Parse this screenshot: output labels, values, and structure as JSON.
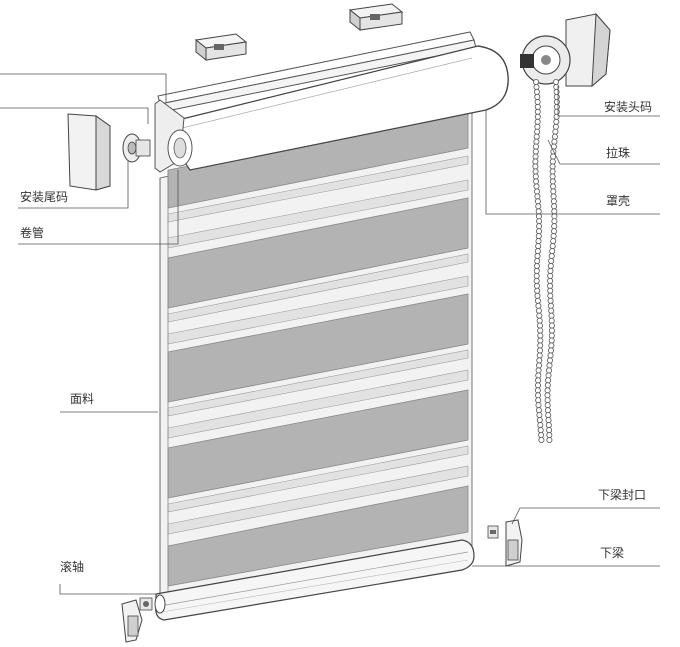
{
  "labels": {
    "install_tail": "安装尾码",
    "tube": "卷管",
    "fabric": "面料",
    "roller": "滚轴",
    "install_head": "安装头码",
    "bead_chain": "拉珠",
    "cover": "罩壳",
    "bottom_rail_cap": "下梁封口",
    "bottom_rail": "下梁"
  },
  "colors": {
    "line": "#555555",
    "dark_band": "#b3b3b3",
    "light_band": "#eeeeee",
    "housing": "#ffffff"
  }
}
